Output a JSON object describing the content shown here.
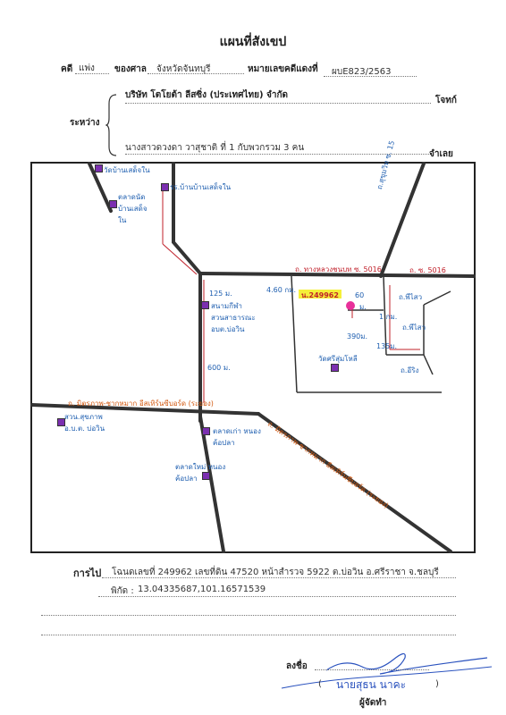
{
  "header": {
    "title": "แผนที่สังเขป",
    "case_label": "คดี",
    "case_type": "แพ่ง",
    "court_label": "ของศาล",
    "court_name": "จังหวัดจันทบุรี",
    "red_case_label": "หมายเลขคดีแดงที่",
    "red_case_no": "ผบE823/2563",
    "between_label": "ระหว่าง",
    "plaintiff": "บริษัท โตโยต้า ลีสซิ่ง (ประเทศไทย) จำกัด",
    "plaintiff_role": "โจทก์",
    "defendant": "นางสาวดวงดา วาสุชาติ ที่ 1 กับพวกรวม 3 คน",
    "defendant_role": "จำเลย"
  },
  "map": {
    "labels": {
      "temple_top": "วัดบ้านเสด็จใน",
      "market_top": "ตลาดนัด บ้านเสด็จใน",
      "school_top": "รร.บ้านบ้านเสด็จใน",
      "road_right_vertical": "ถ.สุขุมวิท ซ. 15",
      "road_soi": "ถ. ทางหลวงชนบท ซ. 5016",
      "road_soi_right": "ถ. ซ. 5016",
      "dist_125": "125 ม.",
      "field_label": "สนามกีฬา",
      "park_label": "สวนสาธารณะ อบต.บ่อวิน",
      "dist_460": "4.60 กม.",
      "parcel": "น.249962",
      "dist_60": "60",
      "parcel_m": "ม.",
      "dist_1km": "1 กม.",
      "dist_390": "390ม.",
      "dist_135": "135ม.",
      "road_nilai": "ถ.พีไสว",
      "road_nilai_2": "ถ.พีไสว",
      "temple_right": "วัดศรีสุ่มโหลี",
      "road_small": "ถ.อีริง",
      "dist_600": "600 ม.",
      "main_road": "ถ. มิตรภาพ-ชากหมาก อีสเทิร์นซีบอร์ด (ระยอง)",
      "park_bottom": "สวน.สุขภาพ อ.บ.ต. บ่อวิน",
      "market_old": "ตลาดเก่า หนองค้อปลา",
      "market_new": "ตลาดใหม่ หนองค้อปลา",
      "diag_road": "ถ. มิตรภาพ-ชากหมาก อีสเทิร์นซีบอร์ด (ระยอง)"
    }
  },
  "footer": {
    "go_label": "การไป",
    "go_text": "โฉนดเลขที่ 249962 เลขที่ดิน 47520 หน้าสำรวจ 5922  ต.บ่อวิน  อ.ศรีราชา  จ.ชลบุรี",
    "coord_label": "พิกัด :",
    "coord_value": "13.04335687,101.16571539",
    "sign_label": "ลงชื่อ",
    "signer_name": "นายสุธน  นาคะ",
    "signer_role": "ผู้จัดทำ"
  },
  "colors": {
    "road": "#333333",
    "hand_blue": "#1f5fb0",
    "hand_orange": "#d35a12",
    "hand_red": "#c0202a",
    "parcel_pink": "#e8309a",
    "highlight": "#f5f03a",
    "icon_purple": "#7b2fb0"
  }
}
